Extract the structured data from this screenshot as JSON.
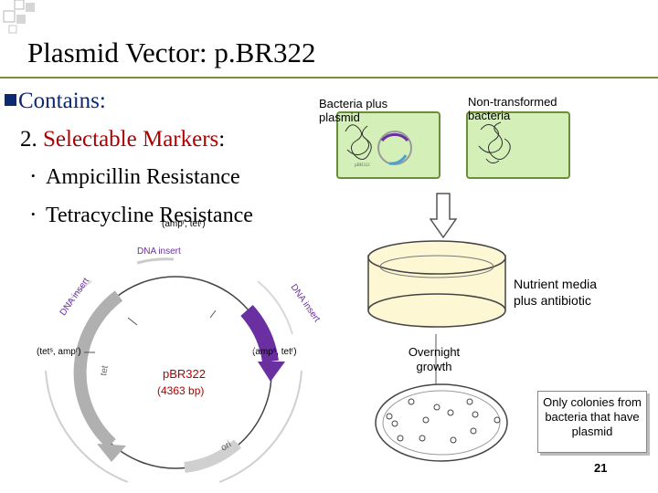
{
  "slide": {
    "title": "Plasmid Vector: p.BR322",
    "contains_label": "Contains:",
    "markers_prefix": "2. ",
    "markers_label": "Selectable Markers",
    "markers_suffix": ":",
    "bullets": [
      "Ampicillin Resistance",
      "Tetracycline Resistance"
    ],
    "page_number": "21"
  },
  "colors": {
    "accent_olive": "#7f8c3a",
    "heading_blue": "#0b2a70",
    "marker_red": "#b00000",
    "amp_purple": "#6a2fa0",
    "petri_fill": "#fdf7d4",
    "bacteria_box": "#d4f0b8"
  },
  "experiment": {
    "box1_label": "Bacteria plus plasmid",
    "box2_label": "Non-transformed bacteria",
    "plate_label": "Nutrient media plus antibiotic",
    "growth_label": "Overnight growth",
    "callout_text": "Only colonies from bacteria that have plasmid"
  },
  "plasmid_map": {
    "name": "pBR322",
    "size": "(4363 bp)",
    "top_label": "(ampʳ, tetʳ)",
    "left_label": "(tetˢ, ampʳ)",
    "right_label": "(ampˢ, tetʳ)",
    "dna_insert": "DNA insert",
    "amp_gene": "ampʳ",
    "ori": "ori",
    "tet": "tet"
  }
}
